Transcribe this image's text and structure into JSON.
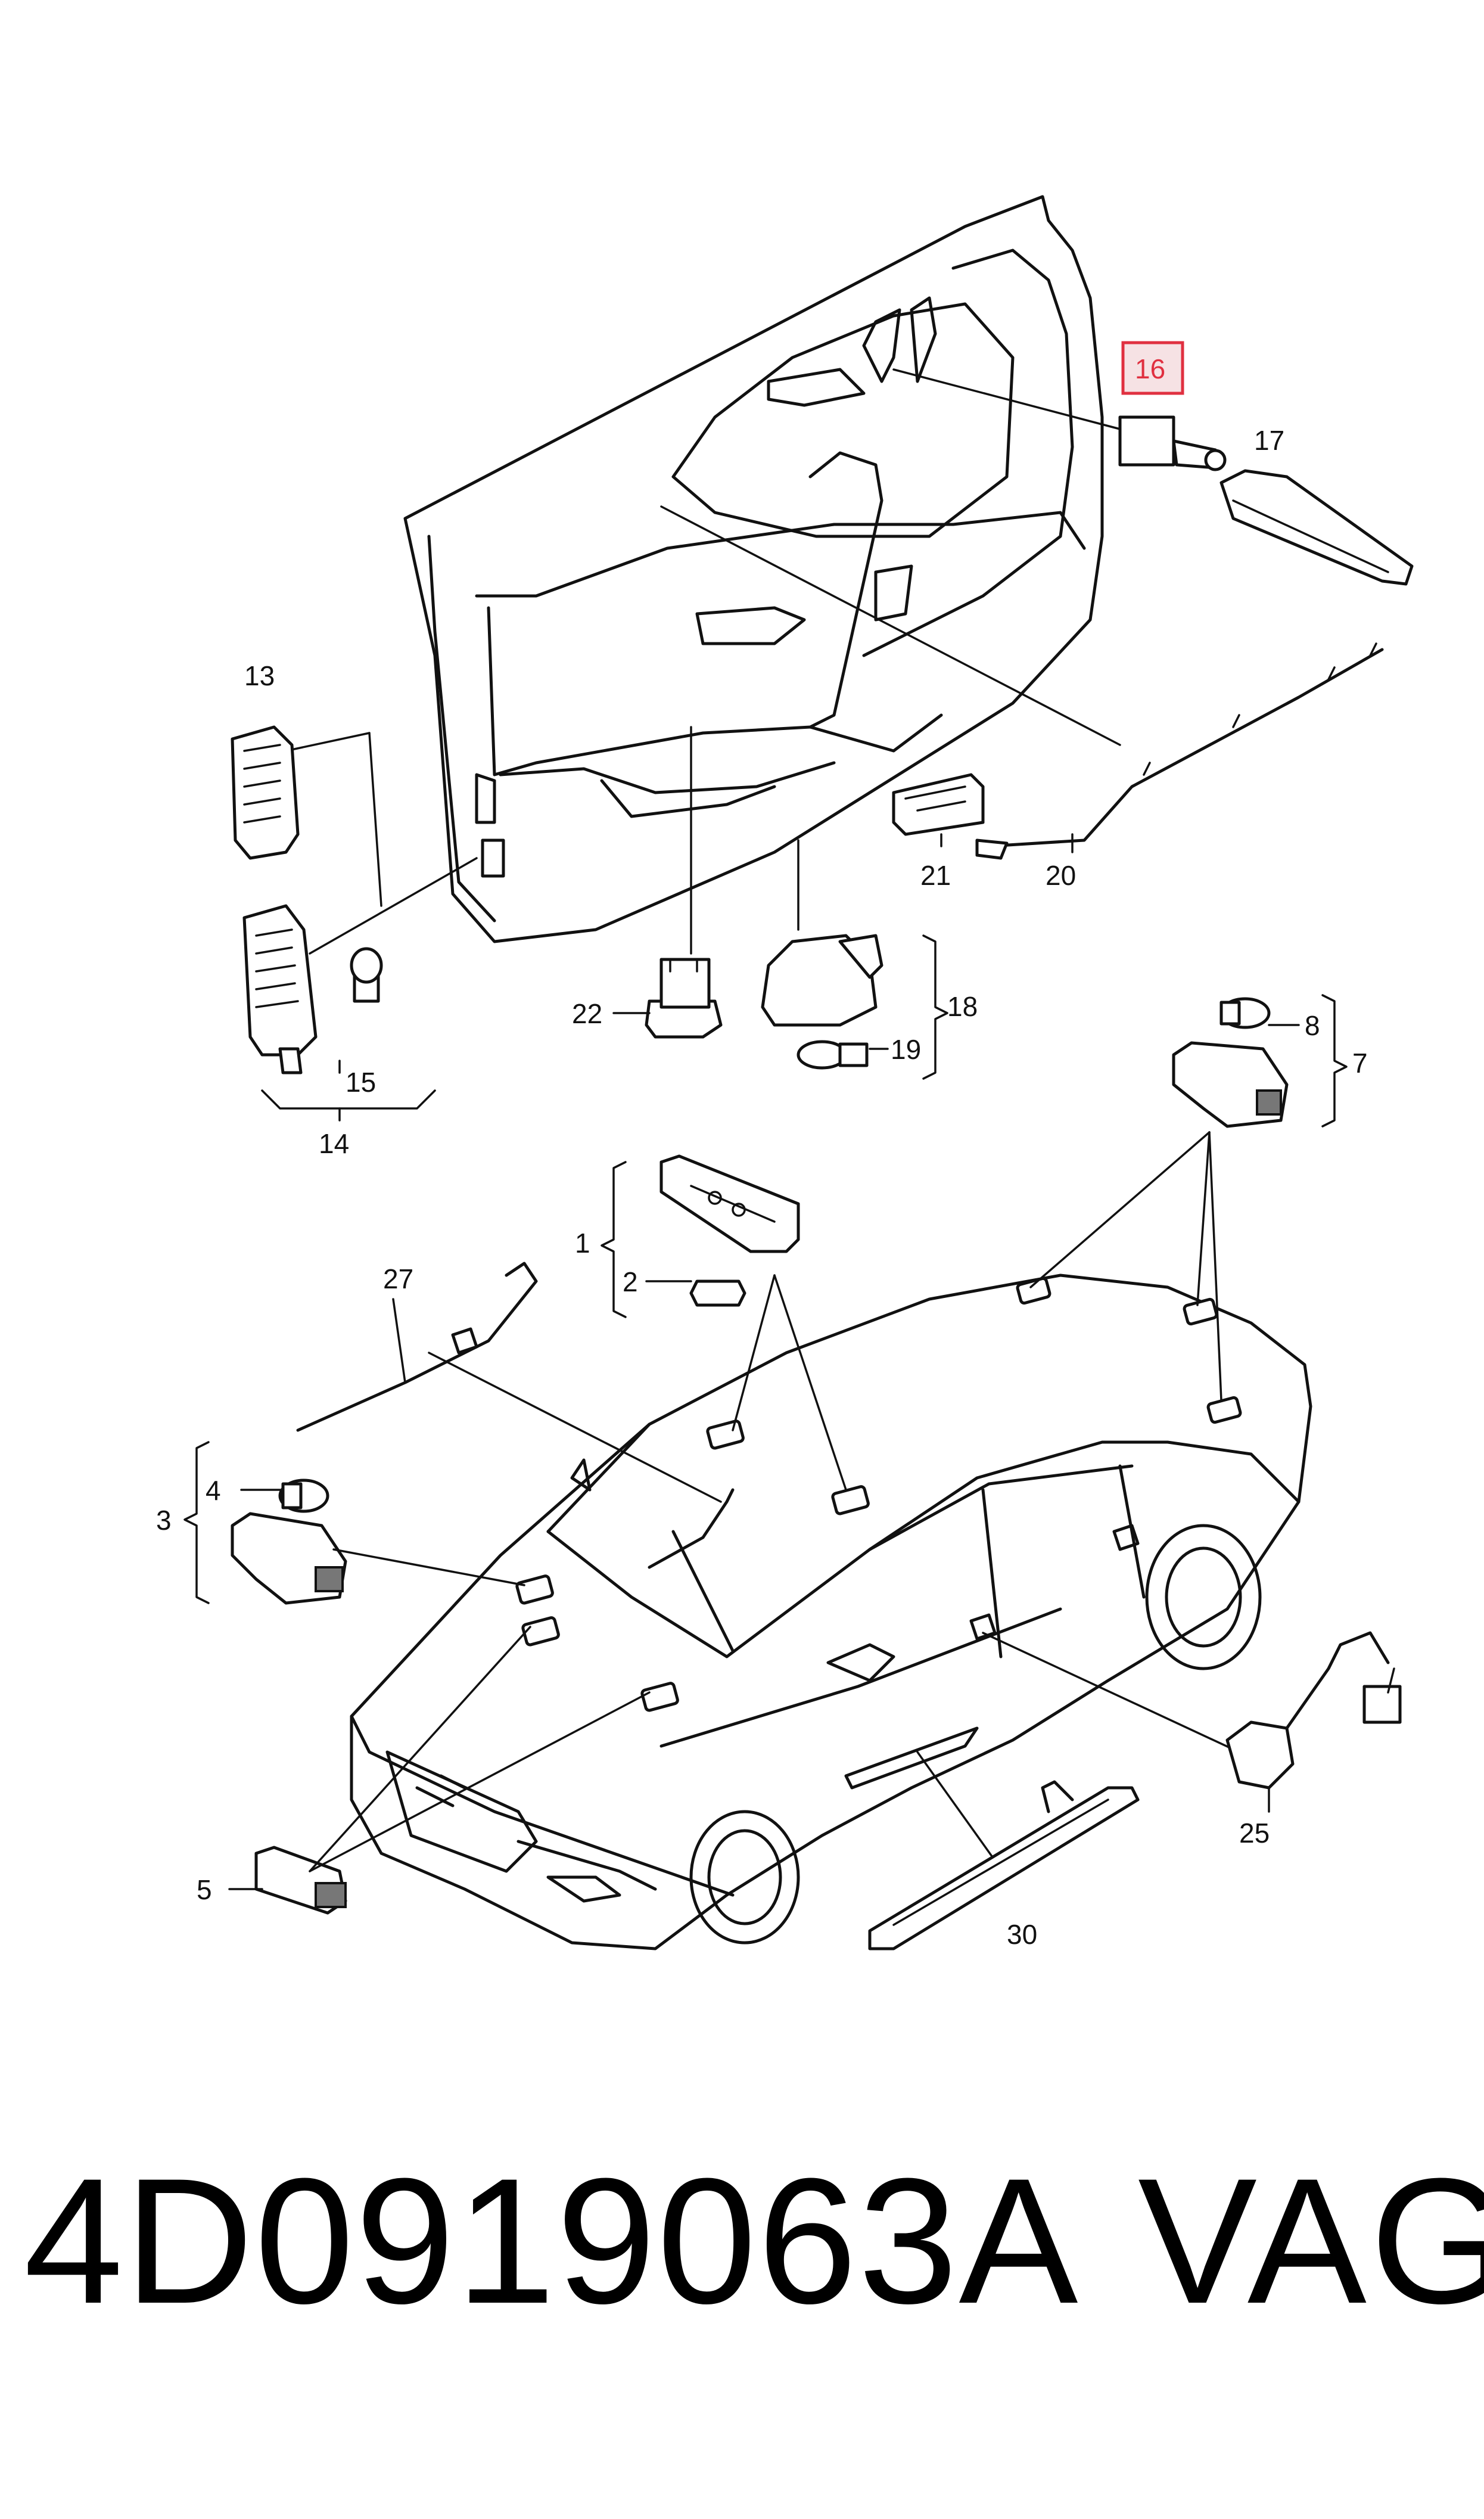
{
  "diagram": {
    "callouts": [
      {
        "id": "c1",
        "text": "1"
      },
      {
        "id": "c2",
        "text": "2"
      },
      {
        "id": "c3",
        "text": "3"
      },
      {
        "id": "c4",
        "text": "4"
      },
      {
        "id": "c5",
        "text": "5"
      },
      {
        "id": "c7",
        "text": "7"
      },
      {
        "id": "c8",
        "text": "8"
      },
      {
        "id": "c13",
        "text": "13"
      },
      {
        "id": "c14",
        "text": "14"
      },
      {
        "id": "c15",
        "text": "15"
      },
      {
        "id": "c16",
        "text": "16"
      },
      {
        "id": "c17",
        "text": "17"
      },
      {
        "id": "c18",
        "text": "18"
      },
      {
        "id": "c19",
        "text": "19"
      },
      {
        "id": "c20",
        "text": "20"
      },
      {
        "id": "c21",
        "text": "21"
      },
      {
        "id": "c22",
        "text": "22"
      },
      {
        "id": "c25",
        "text": "25"
      },
      {
        "id": "c27",
        "text": "27"
      },
      {
        "id": "c30",
        "text": "30"
      }
    ],
    "highlighted_callout": "16",
    "highlight_color": "#e03040"
  },
  "part_number": {
    "code": "4D0919063A",
    "brand": "VAG"
  }
}
